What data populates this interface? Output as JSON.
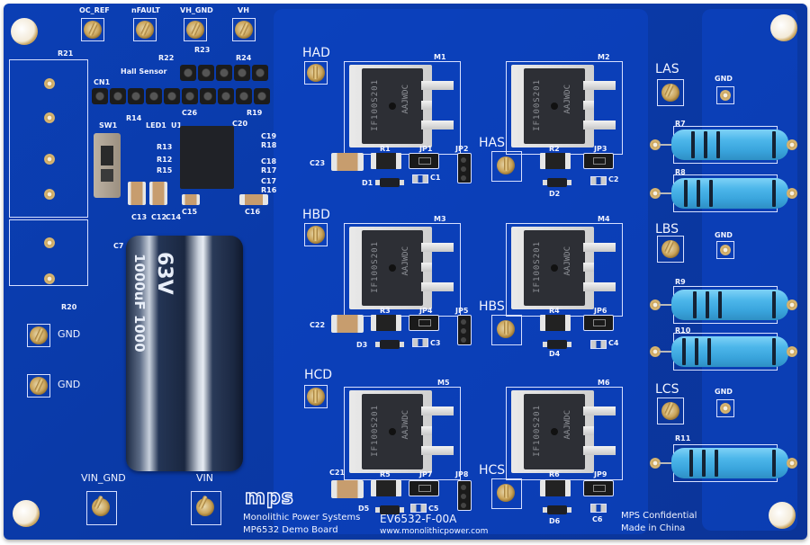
{
  "image": {
    "subject": "MP6532 Demo Board PCB (EV6532-F-00A)",
    "board_color": "#0b3fb5",
    "silkscreen_color": "#f2f4ff"
  },
  "top_test_points": [
    {
      "label": "OC_REF"
    },
    {
      "label": "nFAULT"
    },
    {
      "label": "VH_GND"
    },
    {
      "label": "VH"
    }
  ],
  "left_section": {
    "r21": "R21",
    "r20": "R20",
    "cn1": "CN1",
    "hall_sensor": "Hall Sensor",
    "r22": "R22",
    "r23": "R23",
    "r24": "R24",
    "sw1": "SW1",
    "r14": "R14",
    "led1": "LED1",
    "u1": "U1",
    "c26": "C26",
    "c20": "C20",
    "r19": "R19",
    "r13": "R13",
    "r12": "R12",
    "r15": "R15",
    "c19": "C19",
    "r18": "R18",
    "c18": "C18",
    "r17": "R17",
    "c17": "C17",
    "r16": "R16",
    "c15": "C15",
    "c16": "C16",
    "c13": "C13",
    "c12": "C12",
    "c14": "C14",
    "c7": "C7",
    "gnd1": "GND",
    "gnd2": "GND",
    "vin_gnd": "VIN_GND",
    "vin": "VIN"
  },
  "electrolytic_cap": {
    "voltage": "63V",
    "capacitance": "1000uF 1000"
  },
  "mosfet_marking": [
    "IF100S201",
    "AAJWDC"
  ],
  "half_bridges": [
    {
      "drain_tp": "HAD",
      "source_tp": "HAS",
      "fet_hi": "M1",
      "fet_lo": "M2",
      "cap": "C23",
      "r_hi": "R1",
      "r_lo": "R2",
      "d_hi": "D1",
      "d_lo": "D2",
      "jp_a": "JP1",
      "jp_b": "JP2",
      "jp_c": "JP3",
      "c_hi": "C1",
      "c_lo": "C2"
    },
    {
      "drain_tp": "HBD",
      "source_tp": "HBS",
      "fet_hi": "M3",
      "fet_lo": "M4",
      "cap": "C22",
      "r_hi": "R3",
      "r_lo": "R4",
      "d_hi": "D3",
      "d_lo": "D4",
      "jp_a": "JP4",
      "jp_b": "JP5",
      "jp_c": "JP6",
      "c_hi": "C3",
      "c_lo": "C4"
    },
    {
      "drain_tp": "HCD",
      "source_tp": "HCS",
      "fet_hi": "M5",
      "fet_lo": "M6",
      "cap": "C21",
      "r_hi": "R5",
      "r_lo": "R6",
      "d_hi": "D5",
      "d_lo": "D6",
      "jp_a": "JP7",
      "jp_b": "JP8",
      "jp_c": "JP9",
      "c_hi": "C5",
      "c_lo": "C6"
    }
  ],
  "right_section": {
    "las": "LAS",
    "lbs": "LBS",
    "lcs": "LCS",
    "gnd_a": "GND",
    "gnd_b": "GND",
    "gnd_c": "GND",
    "r7": "R7",
    "r8": "R8",
    "r9": "R9",
    "r10": "R10",
    "r11": "R11"
  },
  "footer": {
    "logo": "mps",
    "company": "Monolithic Power Systems",
    "board_name": "MP6532 Demo Board",
    "part_number": "EV6532-F-00A",
    "website": "www.monolithicpower.com",
    "confidential": "MPS Confidential",
    "made_in": "Made in China"
  }
}
